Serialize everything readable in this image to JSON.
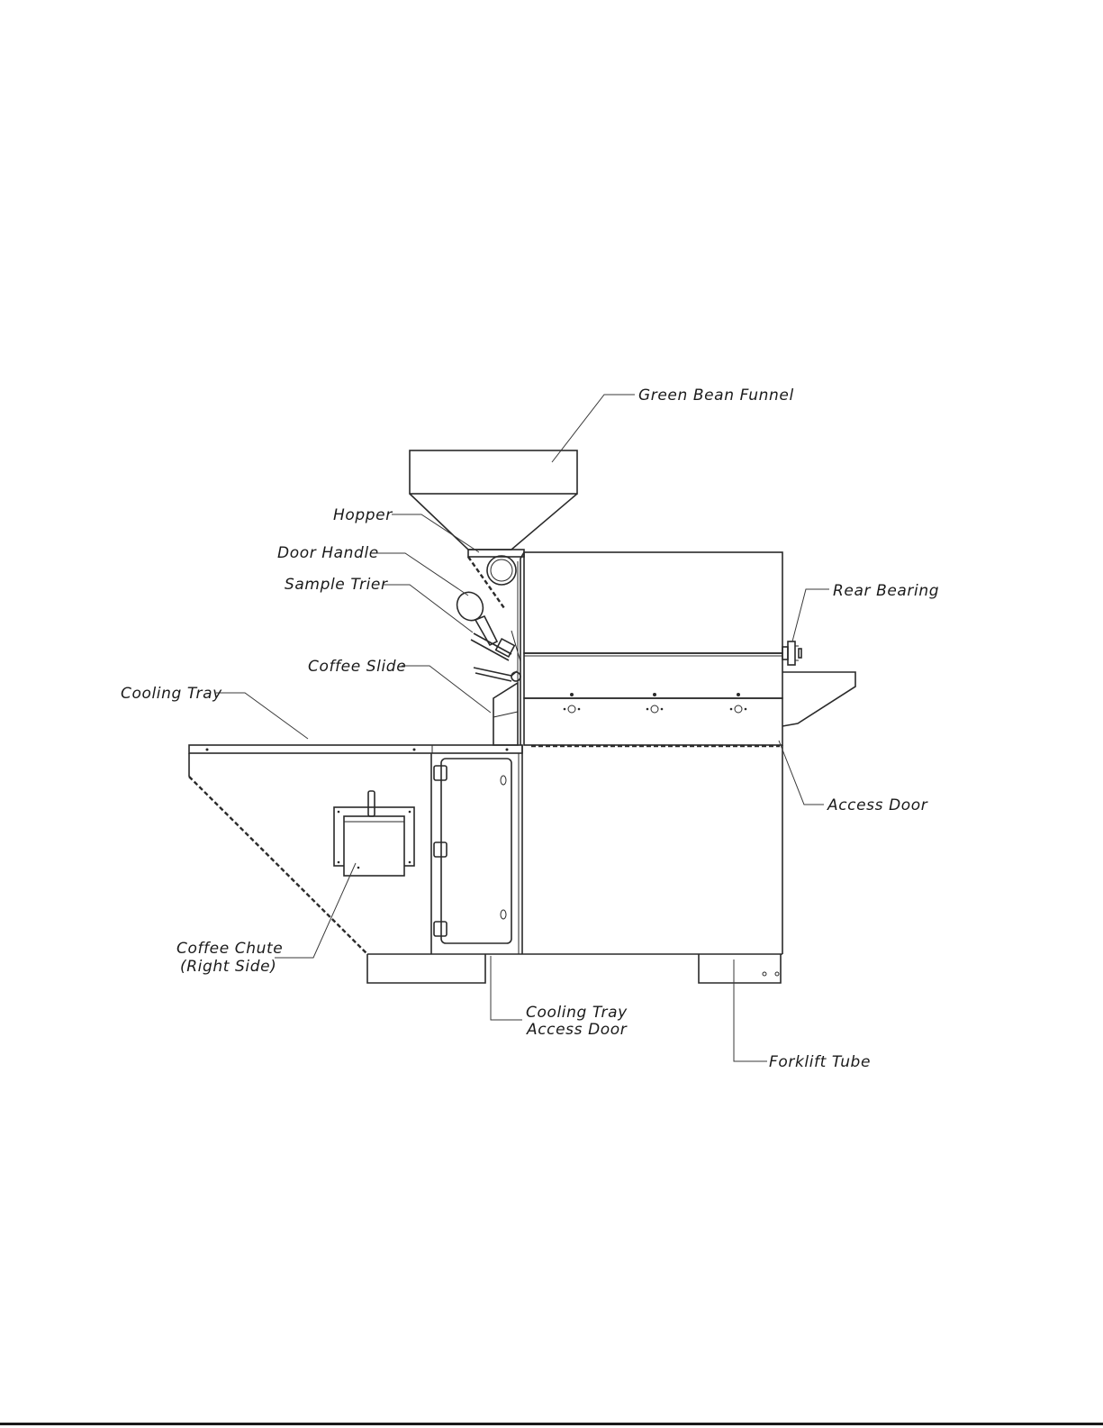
{
  "labels": {
    "green_bean_funnel": "Green Bean Funnel",
    "hopper": "Hopper",
    "door_handle": "Door Handle",
    "sample_trier": "Sample Trier",
    "coffee_slide": "Coffee Slide",
    "cooling_tray": "Cooling Tray",
    "rear_bearing": "Rear Bearing",
    "access_door": "Access Door",
    "coffee_chute_line1": "Coffee Chute",
    "coffee_chute_line2": "(Right Side)",
    "cooling_tray_access_door_line1": "Cooling Tray",
    "cooling_tray_access_door_line2": "Access Door",
    "forklift_tube": "Forklift Tube"
  }
}
